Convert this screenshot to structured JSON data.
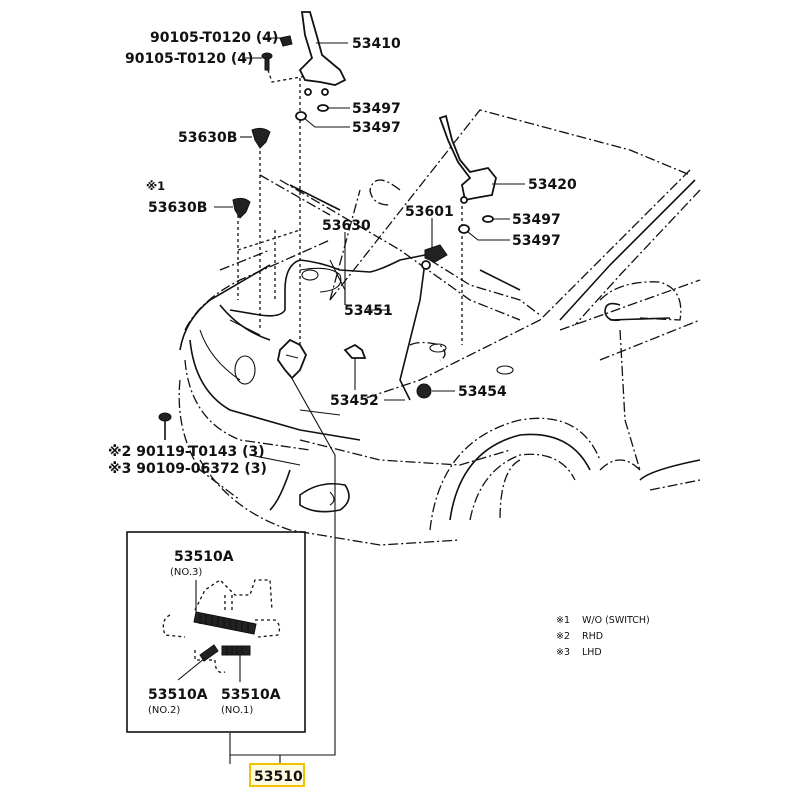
{
  "title": "Hood lock & hinge parts diagram",
  "labels": {
    "bolt_top1": "90105-T0120 (4)",
    "bolt_top2": "90105-T0120 (4)",
    "hinge_lh": "53410",
    "washer_a1": "53497",
    "washer_a2": "53497",
    "cushion_b1": "53630B",
    "note_mark_1": "※1",
    "cushion_b2": "53630B",
    "hinge_rh": "53420",
    "washer_b1": "53497",
    "washer_b2": "53497",
    "grommet": "53601",
    "cable": "53630",
    "support_rod": "53451",
    "lock_bracket": "53452",
    "rod_clip": "53454",
    "bolt_rhd": "※2 90119-T0143 (3)",
    "bolt_lhd": "※3 90109-06372 (3)",
    "lock_assy": "53510"
  },
  "inset": {
    "spring3_part": "53510A",
    "spring3_no": "(NO.3)",
    "spring2_part": "53510A",
    "spring2_no": "(NO.2)",
    "spring1_part": "53510A",
    "spring1_no": "(NO.1)"
  },
  "legend": [
    {
      "mark": "※1",
      "text": "W/O (SWITCH)"
    },
    {
      "mark": "※2",
      "text": "RHD"
    },
    {
      "mark": "※3",
      "text": "LHD"
    }
  ],
  "highlight_color": "#f2c200"
}
